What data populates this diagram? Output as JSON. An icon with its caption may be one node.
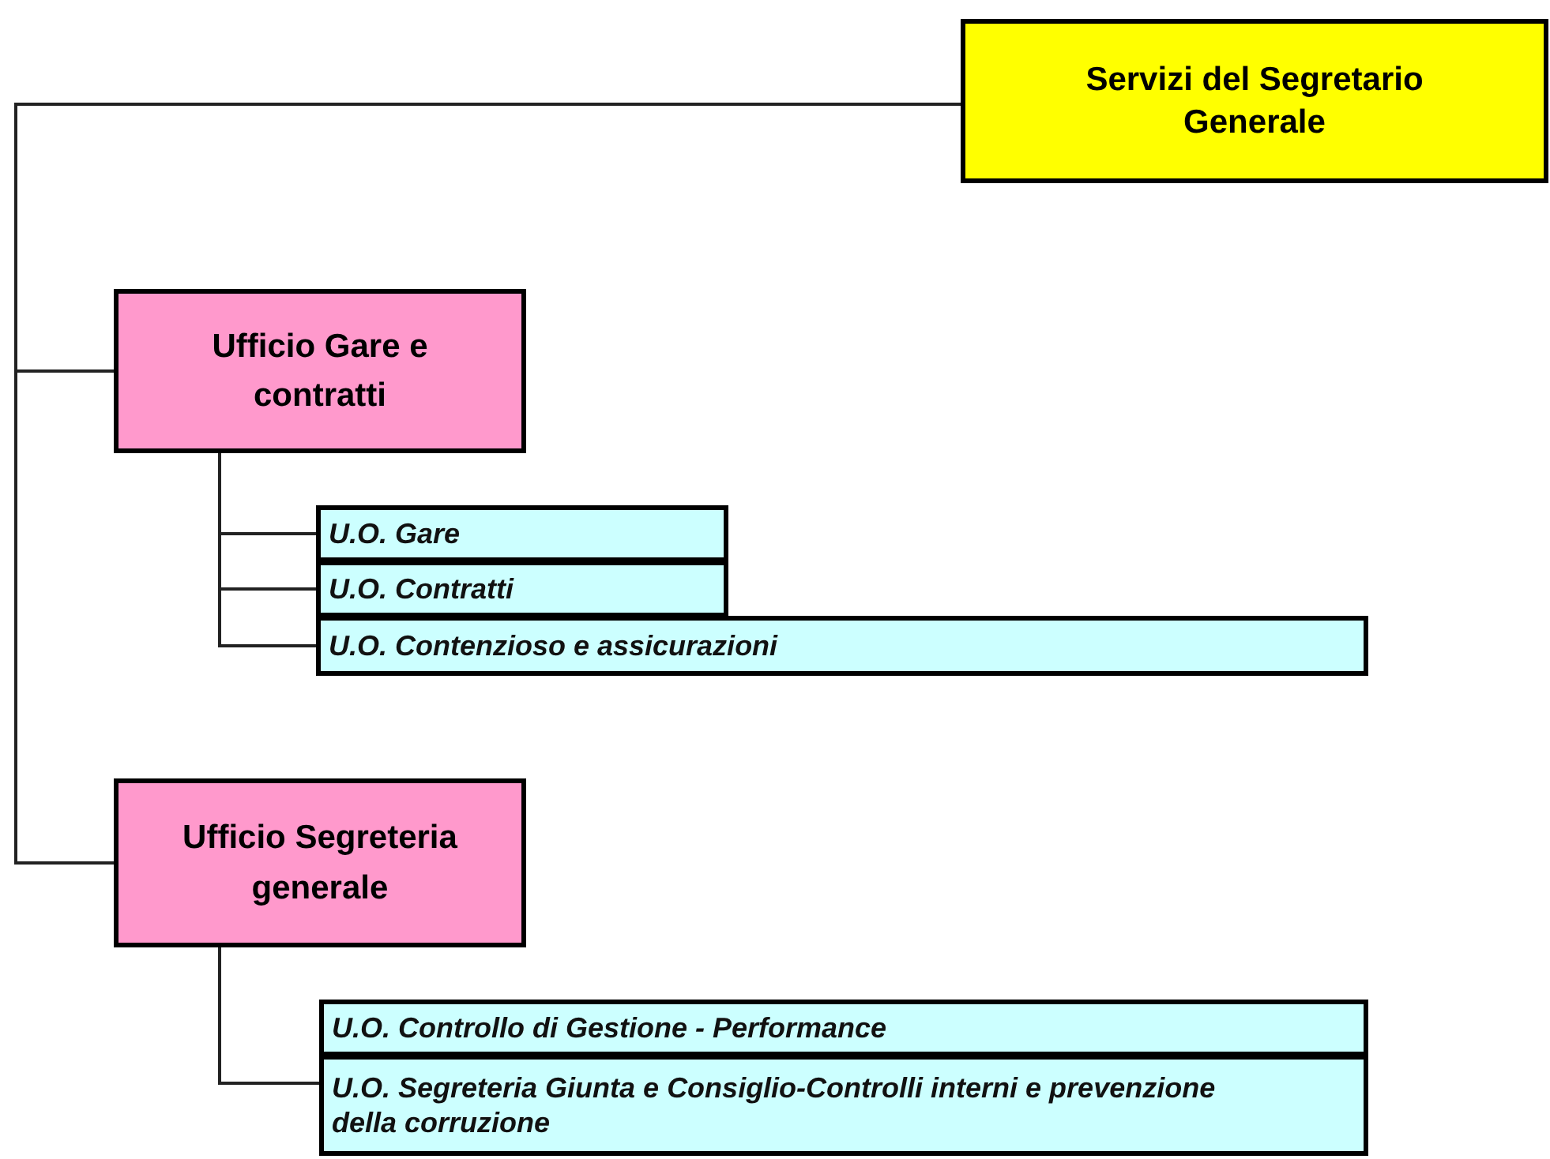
{
  "diagram": {
    "nodes": [
      {
        "text": [
          "Servizi del Segretario Generale"
        ]
      },
      {
        "text": [
          "Ufficio Gare e contratti"
        ]
      },
      {
        "text": [
          "U.O. Gare"
        ]
      },
      {
        "text": [
          "U.O. Contratti"
        ]
      },
      {
        "text": [
          "U.O. Contenzioso e assicurazioni"
        ]
      },
      {
        "text": [
          "Ufficio Segreteria generale"
        ]
      },
      {
        "text": [
          "U.O. Controllo di Gestione - Performance"
        ]
      },
      {
        "text": [
          "U.O. Segreteria Giunta e Consiglio-Controlli interni e prevenzione della corruzione"
        ]
      }
    ],
    "edges": [
      {
        "from": 0,
        "to": 1,
        "arrow": "none"
      },
      {
        "from": 0,
        "to": 5,
        "arrow": "none"
      },
      {
        "from": 1,
        "to": 2,
        "arrow": "none"
      },
      {
        "from": 1,
        "to": 3,
        "arrow": "none"
      },
      {
        "from": 1,
        "to": 4,
        "arrow": "none"
      },
      {
        "from": 5,
        "to": 7,
        "arrow": "none"
      }
    ]
  }
}
